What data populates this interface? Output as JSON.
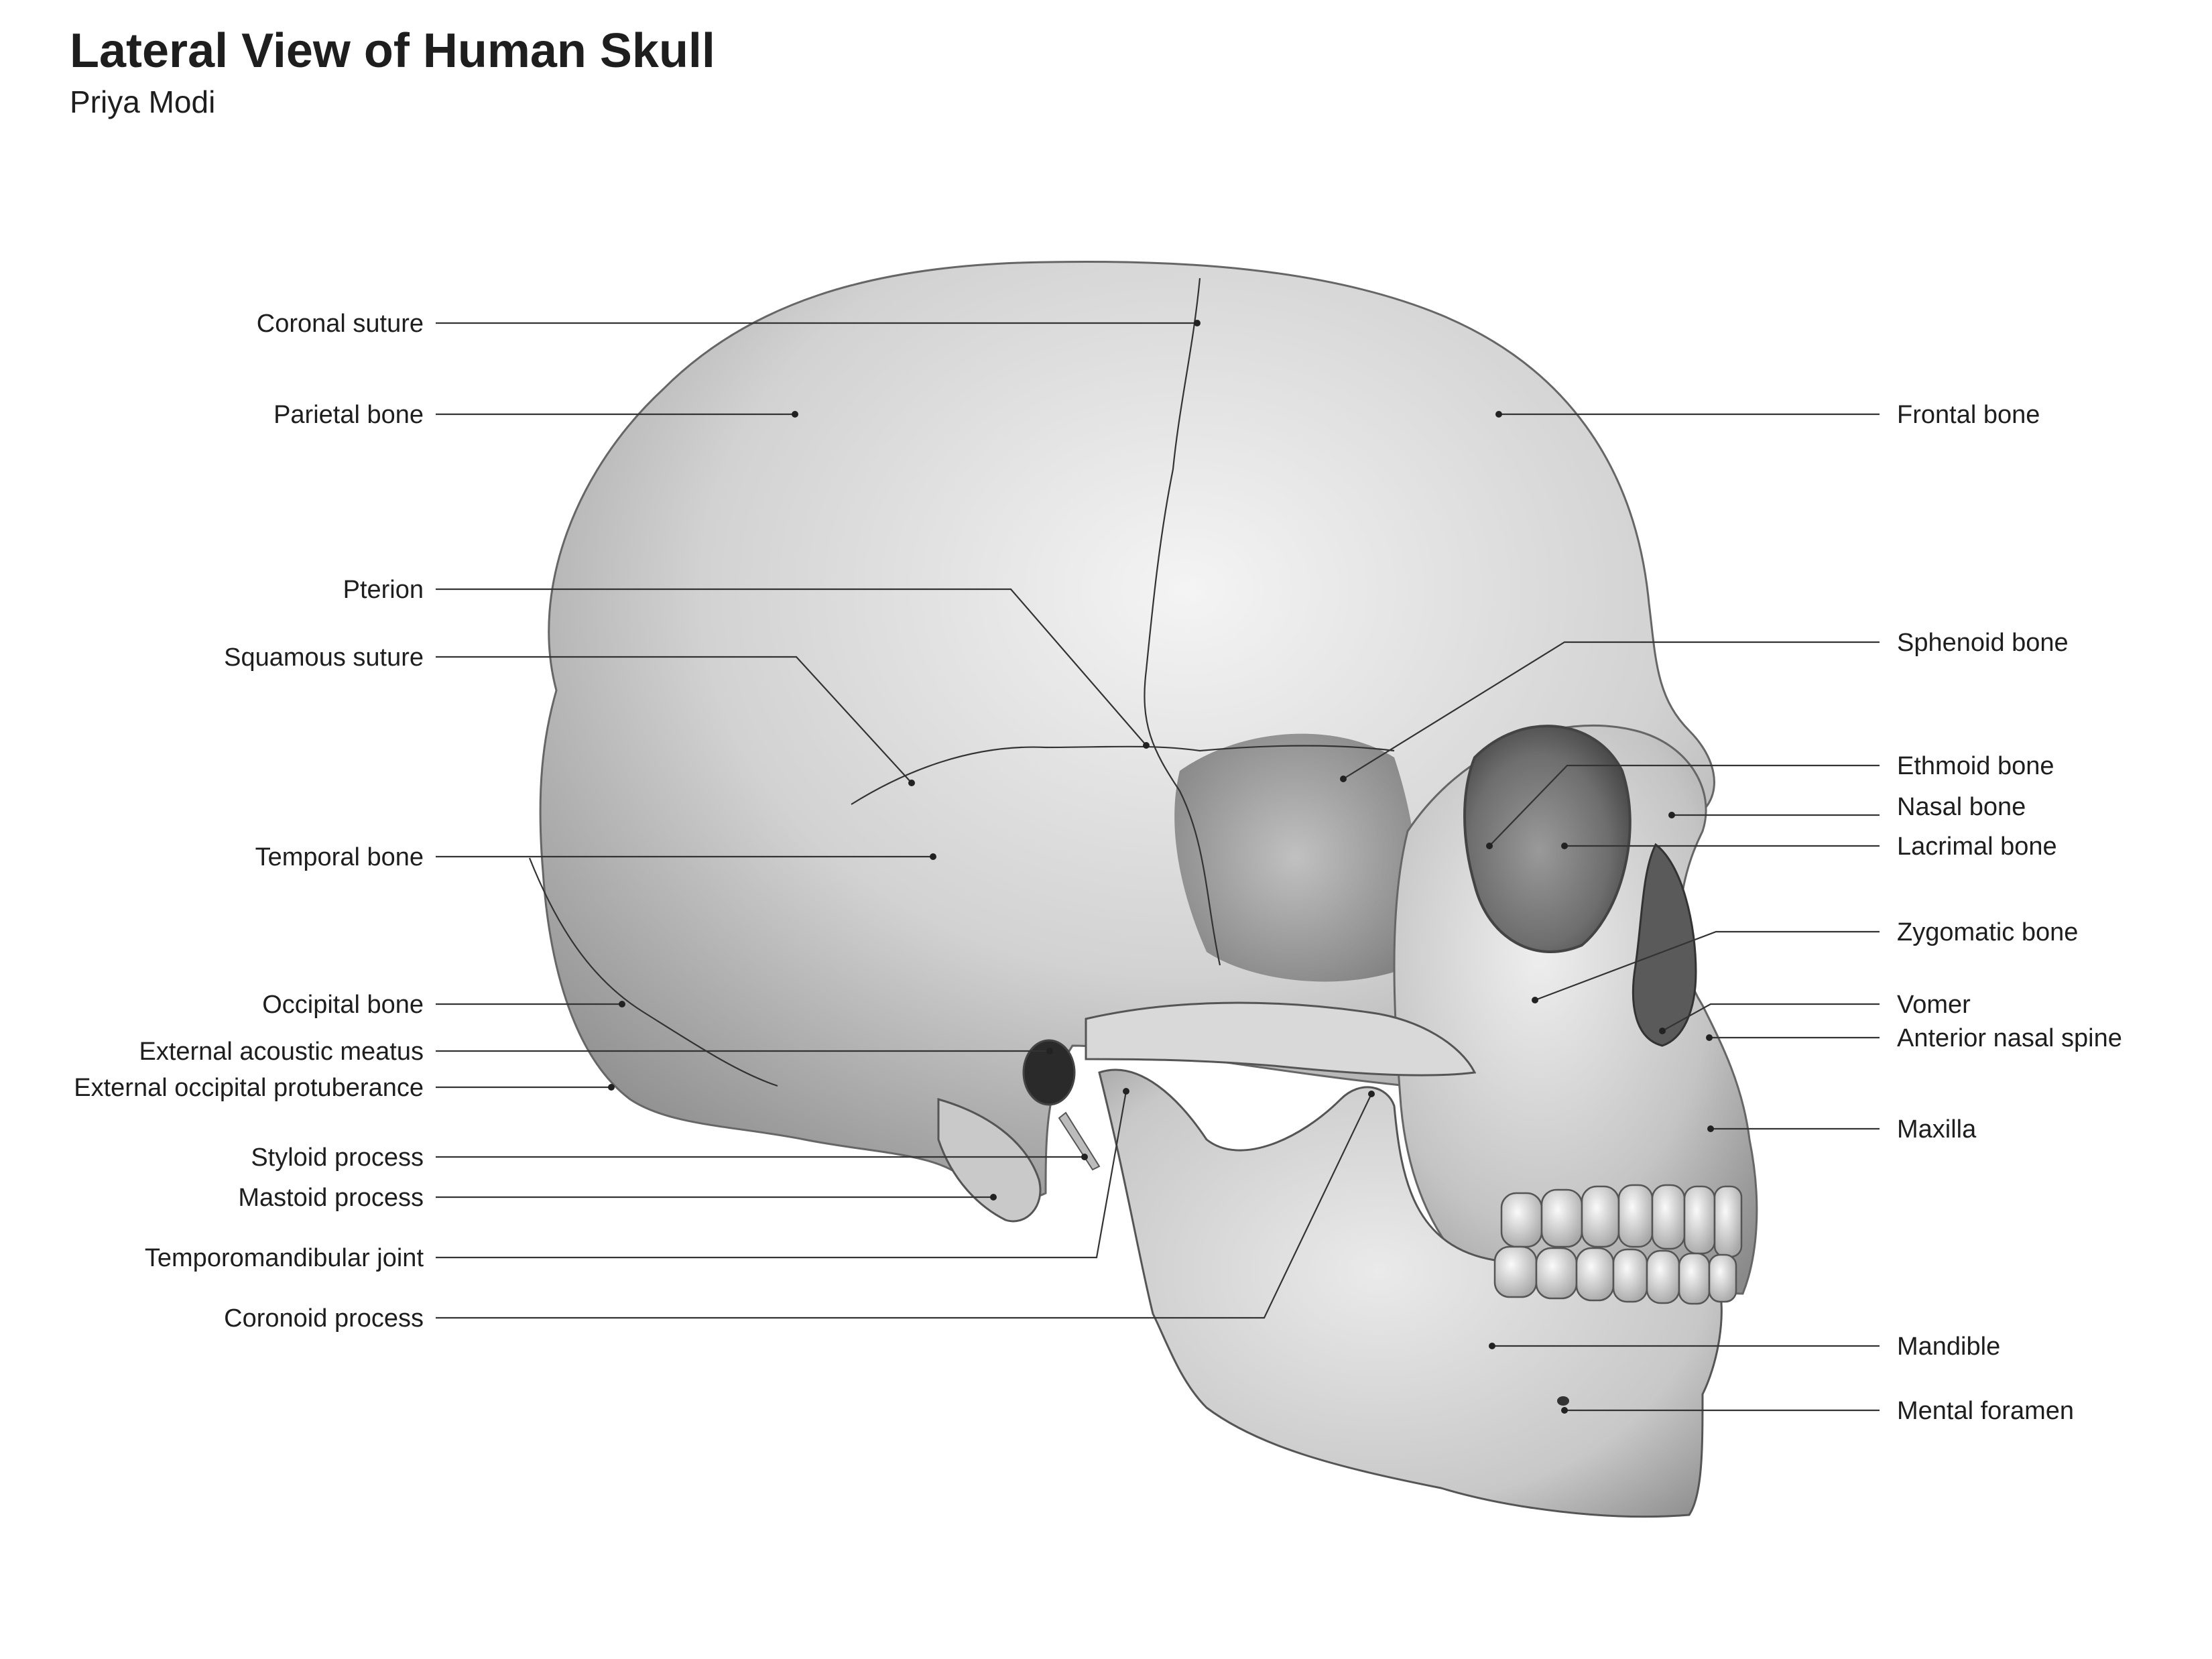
{
  "title": "Lateral View of Human Skull",
  "subtitle": "Priya Modi",
  "colors": {
    "text": "#1e1e1e",
    "leader": "#333333",
    "bone_light": "#f2f2f2",
    "bone_shade": "#6a6a6a"
  },
  "labels": {
    "coronal_suture": "Coronal suture",
    "parietal_bone": "Parietal bone",
    "pterion": "Pterion",
    "squamous_suture": "Squamous suture",
    "temporal_bone": "Temporal bone",
    "occipital_bone": "Occipital bone",
    "external_acoustic_meatus": "External acoustic meatus",
    "external_occipital_protuberance": "External occipital protuberance",
    "styloid_process": "Styloid process",
    "mastoid_process": "Mastoid process",
    "temporomandibular_joint": "Temporomandibular joint",
    "coronoid_process": "Coronoid process",
    "frontal_bone": "Frontal bone",
    "sphenoid_bone": "Sphenoid bone",
    "ethmoid_bone": "Ethmoid bone",
    "nasal_bone": "Nasal bone",
    "lacrimal_bone": "Lacrimal bone",
    "zygomatic_bone": "Zygomatic bone",
    "vomer": "Vomer",
    "anterior_nasal_spine": "Anterior nasal spine",
    "maxilla": "Maxilla",
    "mandible": "Mandible",
    "mental_foramen": "Mental foramen"
  }
}
